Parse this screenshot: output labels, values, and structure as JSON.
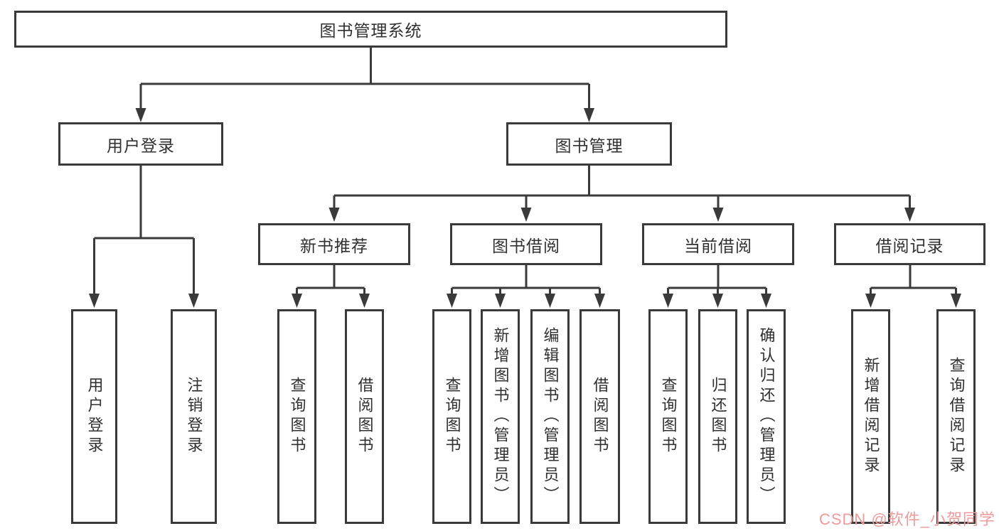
{
  "nodes": {
    "root": "图书管理系统",
    "user_login": "用户登录",
    "book_mgmt": "图书管理",
    "new_book_rec": "新书推荐",
    "book_borrow": "图书借阅",
    "current_borrow": "当前借阅",
    "borrow_records": "借阅记录",
    "leaf_user_login": "用户登录",
    "leaf_logout": "注销登录",
    "leaf_query_book_1": "查询图书",
    "leaf_borrow_book_1": "借阅图书",
    "leaf_query_book_2": "查询图书",
    "leaf_add_book": "新增图书（管理员）",
    "leaf_edit_book": "编辑图书（管理员）",
    "leaf_borrow_book_2": "借阅图书",
    "leaf_query_book_3": "查询图书",
    "leaf_return_book": "归还图书",
    "leaf_confirm_return": "确认归还（管理员）",
    "leaf_add_record": "新增借阅记录",
    "leaf_query_record": "查询借阅记录"
  },
  "hierarchy": {
    "图书管理系统": {
      "用户登录": [
        "用户登录",
        "注销登录"
      ],
      "图书管理": {
        "新书推荐": [
          "查询图书",
          "借阅图书"
        ],
        "图书借阅": [
          "查询图书",
          "新增图书（管理员）",
          "编辑图书（管理员）",
          "借阅图书"
        ],
        "当前借阅": [
          "查询图书",
          "归还图书",
          "确认归还（管理员）"
        ],
        "借阅记录": [
          "新增借阅记录",
          "查询借阅记录"
        ]
      }
    }
  },
  "watermark": {
    "text": "CSDN @软件_小贺同学",
    "color": "#F09A9A"
  },
  "colors": {
    "line": "#3A3A3A",
    "text": "#303030",
    "background": "#FFFFFF"
  }
}
